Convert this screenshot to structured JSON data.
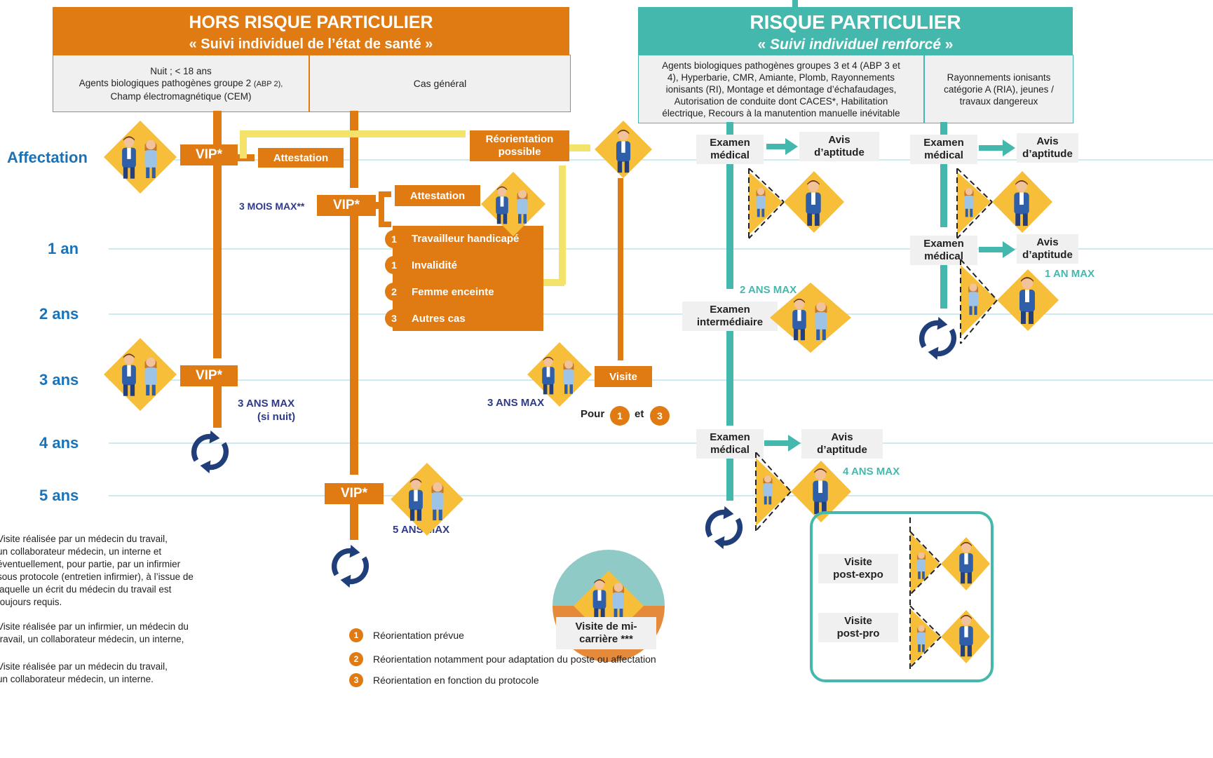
{
  "header_left": {
    "title": "HORS RISQUE PARTICULIER",
    "subtitle": "« Suivi individuel de l’état de santé »"
  },
  "header_right": {
    "title": "RISQUE PARTICULIER",
    "subtitle_open": "«",
    "subtitle_text": "Suivi individuel renforcé",
    "subtitle_close": "»"
  },
  "cols": {
    "col1": [
      "Nuit ; < 18 ans",
      "Agents biologiques pathogènes  groupe 2",
      "(ABP 2),",
      "Champ électromagnétique (CEM)"
    ],
    "col2": "Cas général",
    "col3": [
      "Agents biologiques pathogènes groupes 3 et 4 (ABP 3 et",
      "4), Hyperbarie, CMR, Amiante, Plomb, Rayonnements",
      "ionisants (RI), Montage et démontage d’échafaudages,",
      "Autorisation de conduite dont CACES*, Habilitation",
      "électrique, Recours à la manutention manuelle inévitable"
    ],
    "col4": [
      "Rayonnements ionisants",
      "catégorie A (RIA), jeunes /",
      "travaux dangereux"
    ]
  },
  "rows": [
    "Affectation",
    "1 an",
    "2 ans",
    "3 ans",
    "4 ans",
    "5 ans"
  ],
  "boxes": {
    "vip": "VIP*",
    "attestation": "Attestation",
    "reorientation": [
      "Réorientation",
      "possible"
    ],
    "visite": "Visite",
    "examen_medical": [
      "Examen",
      "médical"
    ],
    "avis_aptitude": [
      "Avis",
      "d’aptitude"
    ],
    "examen_intermediaire": [
      "Examen",
      "intermédiaire"
    ],
    "visite_post_expo": [
      "Visite",
      "post-expo"
    ],
    "visite_post_pro": [
      "Visite",
      "post-pro"
    ],
    "mi_carriere": [
      "Visite de mi-",
      "carrière ***"
    ]
  },
  "list": [
    {
      "num": "1",
      "label": "Travailleur handicapé"
    },
    {
      "num": "1",
      "label": "Invalidité"
    },
    {
      "num": "2",
      "label": "Femme enceinte"
    },
    {
      "num": "3",
      "label": "Autres cas"
    }
  ],
  "durations": {
    "mois3": "3 MOIS MAX**",
    "ans3": "3 ANS MAX",
    "si_nuit": "(si nuit)",
    "ans3b": "3 ANS MAX",
    "ans5": "5 ANS MAX",
    "ans2": "2 ANS MAX",
    "ans4": "4 ANS MAX",
    "an1": "1 AN MAX"
  },
  "pour": {
    "prefix": "Pour",
    "a": "1",
    "mid": "et",
    "b": "3"
  },
  "legend": [
    {
      "num": "1",
      "text": "Réorientation prévue"
    },
    {
      "num": "2",
      "text": "Réorientation notamment pour adaptation du poste ou affectation"
    },
    {
      "num": "3",
      "text": "Réorientation en fonction du protocole"
    }
  ],
  "footnotes": [
    [
      "Visite réalisée par un médecin du travail,",
      "un collaborateur médecin, un interne et",
      "éventuellement, pour partie, par un infirmier",
      "sous protocole (entretien infirmier), à l’issue de",
      "laquelle un écrit du médecin du travail est",
      "toujours requis."
    ],
    [
      "Visite réalisée par un infirmier, un médecin du",
      "travail, un collaborateur médecin, un interne,"
    ],
    [
      "Visite réalisée par un médecin du travail,",
      "un collaborateur médecin, un interne."
    ]
  ],
  "colors": {
    "orange": "#E07B14",
    "teal": "#45B8AE",
    "yellow": "#F4E36A",
    "navy": "#2E3A87",
    "blue": "#1A73B8"
  }
}
